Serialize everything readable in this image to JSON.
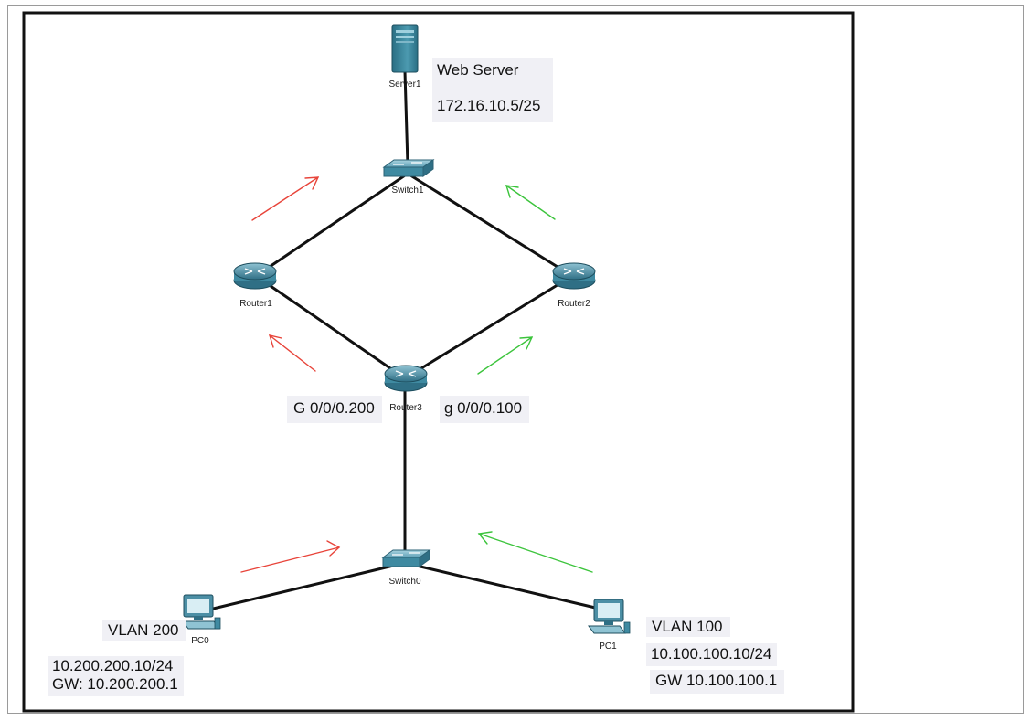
{
  "devices": {
    "server1": "Server1",
    "switch1": "Switch1",
    "router1": "Router1",
    "router2": "Router2",
    "router3": "Router3",
    "switch0": "Switch0",
    "pc0": "PC0",
    "pc1": "PC1"
  },
  "annotations": {
    "web_server_title": "Web Server",
    "web_server_ip": "172.16.10.5/25",
    "router3_left_if": "G 0/0/0.200",
    "router3_right_if": "g 0/0/0.100",
    "pc0_vlan": "VLAN 200",
    "pc0_ip": "10.200.200.10/24",
    "pc0_gw": "GW: 10.200.200.1",
    "pc1_vlan": "VLAN 100",
    "pc1_ip": "10.100.100.10/24",
    "pc1_gw": "GW 10.100.100.1"
  },
  "colors": {
    "vlan200_path": "#e8443a",
    "vlan100_path": "#3cc43c",
    "link": "#111111",
    "device": "#2f7e95"
  }
}
